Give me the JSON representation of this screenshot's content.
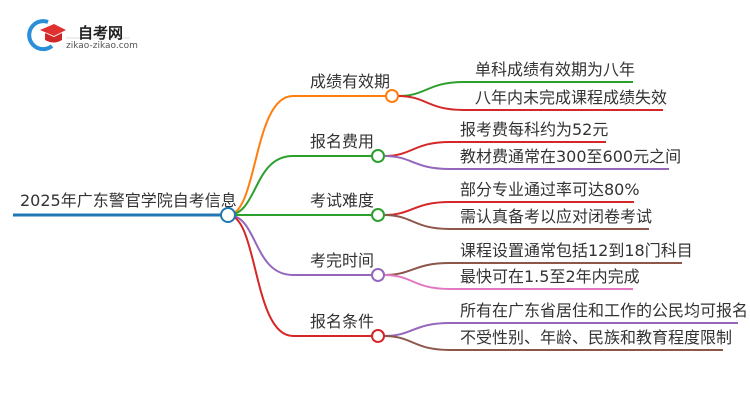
{
  "logo": {
    "title": "自考网",
    "subtitle": "zikao-zikao.com"
  },
  "root": {
    "label": "2025年广东警官学院自考信息",
    "color": "#1f77b4"
  },
  "branches": [
    {
      "label": "成绩有效期",
      "color": "#ff7f0e",
      "leaves": [
        {
          "text": "单科成绩有效期为八年",
          "color": "#2ca02c"
        },
        {
          "text": "八年内未完成课程成绩失效",
          "color": "#d62728"
        }
      ]
    },
    {
      "label": "报名费用",
      "color": "#2ca02c",
      "leaves": [
        {
          "text": "报考费每科约为52元",
          "color": "#d62728"
        },
        {
          "text": "教材费通常在300至600元之间",
          "color": "#9467bd"
        }
      ]
    },
    {
      "label": "考试难度",
      "color": "#2ca02c",
      "leaves": [
        {
          "text": "部分专业通过率可达80%",
          "color": "#d62728"
        },
        {
          "text": "需认真备考以应对闭卷考试",
          "color": "#8c564b"
        }
      ]
    },
    {
      "label": "考完时间",
      "color": "#9467bd",
      "leaves": [
        {
          "text": "课程设置通常包括12到18门科目",
          "color": "#8c564b"
        },
        {
          "text": "最快可在1.5至2年内完成",
          "color": "#e377c2"
        }
      ]
    },
    {
      "label": "报名条件",
      "color": "#d62728",
      "leaves": [
        {
          "text": "所有在广东省居住和工作的公民均可报名",
          "color": "#9467bd"
        },
        {
          "text": "不受性别、年龄、民族和教育程度限制",
          "color": "#8c564b"
        }
      ]
    }
  ]
}
